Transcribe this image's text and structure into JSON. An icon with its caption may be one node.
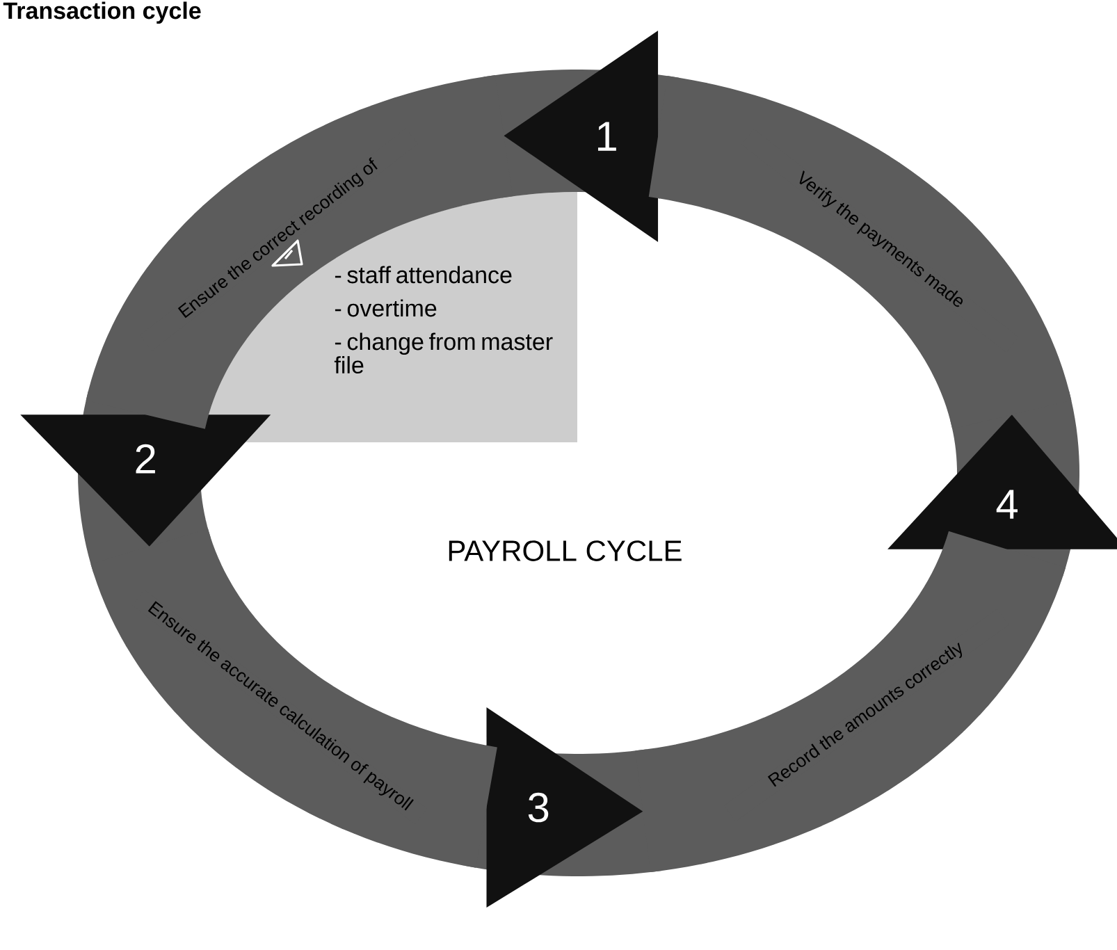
{
  "diagram": {
    "title": "Transaction cycle",
    "nodes": [
      {
        "text": [
          "1"
        ]
      },
      {
        "text": [
          "2"
        ]
      },
      {
        "text": [
          "3"
        ]
      },
      {
        "text": [
          "4"
        ]
      },
      {
        "text": [
          "- staff attendance",
          "- overtime",
          "- change from master file"
        ]
      }
    ],
    "edges": [
      {
        "from": 0,
        "to": 1,
        "arrow": "none",
        "label": "Ensure the correct recording of"
      },
      {
        "from": 1,
        "to": 2,
        "arrow": "none",
        "label": "Ensure the accurate calculation of payroll"
      },
      {
        "from": 2,
        "to": 3,
        "arrow": "none",
        "label": "Record the amounts correctly"
      },
      {
        "from": 3,
        "to": 0,
        "arrow": "none",
        "label": "Verify the payments made"
      }
    ],
    "labels": [
      "PAYROLL CYCLE"
    ]
  }
}
